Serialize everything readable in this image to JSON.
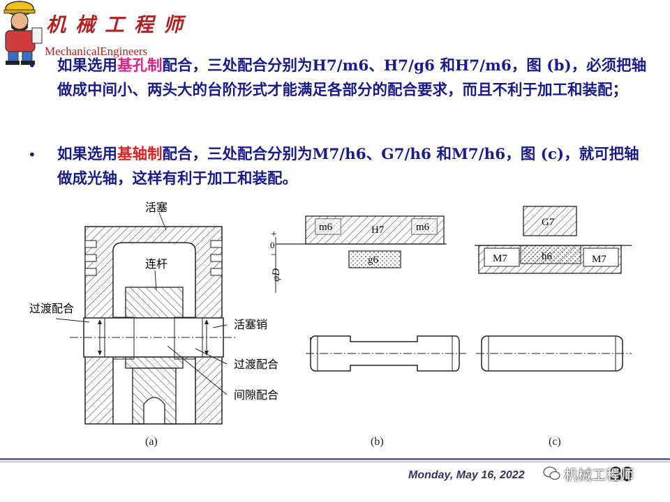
{
  "header": {
    "logo_title": "机械工程师",
    "logo_subtitle": "MechanicalEngineers"
  },
  "bullets": [
    {
      "pre": "如果选用",
      "highlight": "基孔制",
      "post": "配合，三处配合分别为H7/m6、H7/g6 和H7/m6，图 (b)，必须把轴做成中间小、两头大的台阶形式才能满足各部分的配合要求，而且不利于加工和装配；",
      "highlight_color": "#e0218a"
    },
    {
      "pre": "如果选用",
      "highlight": "基轴制",
      "post": "配合，三处配合分别为M7/h6、G7/h6 和M7/h6，图 (c)，就可把轴做成光轴，这样有利于加工和装配。",
      "highlight_color": "#e02020"
    }
  ],
  "figure_a": {
    "label_piston": "活塞",
    "label_rod": "连杆",
    "label_transition_left": "过渡配合",
    "label_pin": "活塞销",
    "label_transition_right": "过渡配合",
    "label_clearance": "间隙配合",
    "caption": "(a)"
  },
  "figure_b": {
    "label_m6_left": "m6",
    "label_h7": "H7",
    "label_m6_right": "m6",
    "label_g6": "g6",
    "label_plus": "+",
    "label_zero": "0",
    "label_minus": "−",
    "label_phi": "φD",
    "caption": "(b)"
  },
  "figure_c": {
    "label_g7": "G7",
    "label_m7_left": "M7",
    "label_h6": "h6",
    "label_m7_right": "M7",
    "caption": "(c)"
  },
  "footer": {
    "date": "Monday, May 16, 2022",
    "page_number": "30",
    "watermark": "机械工程师"
  },
  "colors": {
    "text": "#1a1a8c",
    "brand": "#b22222",
    "footer_line": "#6b6ba8"
  }
}
